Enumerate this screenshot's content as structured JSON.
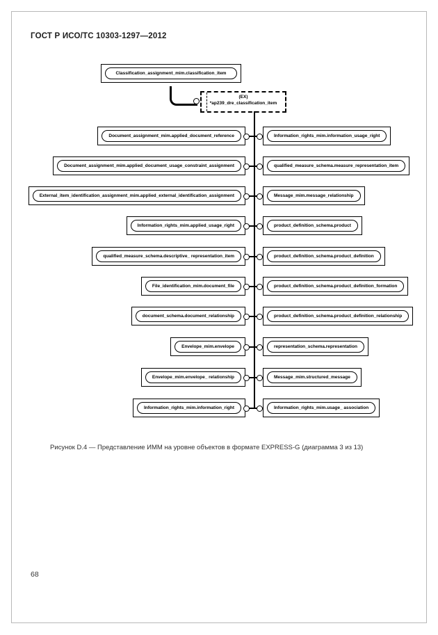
{
  "page": {
    "header": "ГОСТ Р ИСО/ТС 10303-1297—2012",
    "caption": "Рисунок  D.4 — Представление ИММ на уровне объектов в формате EXPRESS-G (диаграмма 3 из 13)",
    "page_number": "68"
  },
  "diagram": {
    "root_node": "Classification_assignment_mim.classification_item",
    "external_ref": {
      "line1": "(EX)",
      "line2": "*ap239_dre_classification_item"
    },
    "rows": [
      {
        "left": "Document_assignment_mim.applied_document_reference",
        "right": "Information_rights_mim.information_usage_right"
      },
      {
        "left": "Document_assignment_mim.applied_document_usage_constraint_assignment",
        "right": "qualified_measure_schema.measure_representation_item"
      },
      {
        "left": "External_item_identification_assignment_mim.applied_external_identification_assignment",
        "right": "Message_mim.message_relationship"
      },
      {
        "left": "Information_rights_mim.applied_usage_right",
        "right": "product_definition_schema.product"
      },
      {
        "left": "qualified_measure_schema.descriptive_ representation_item",
        "right": "product_definition_schema.product_definition"
      },
      {
        "left": "File_identification_mim.document_file",
        "right": "product_definition_schema.product_definition_formation"
      },
      {
        "left": "document_schema.document_relationship",
        "right": "product_definition_schema.product_definition_relationship"
      },
      {
        "left": "Envelope_mim.envelope",
        "right": "representation_schema.representation"
      },
      {
        "left": "Envelope_mim.envelope_ relationship",
        "right": "Message_mim.structured_message"
      },
      {
        "left": "Information_rights_mim.information_right",
        "right": "Information_rights_mim.usage_ association"
      }
    ]
  }
}
